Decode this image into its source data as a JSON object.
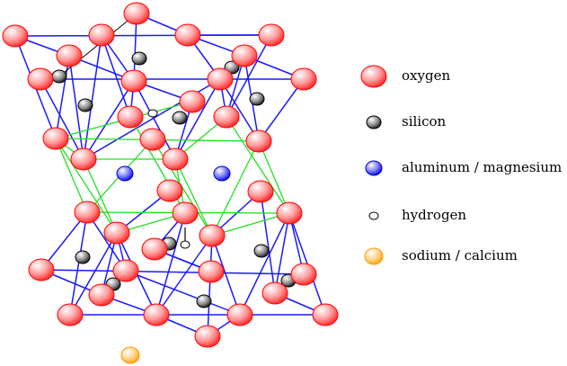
{
  "legend": [
    {
      "label": "oxygen",
      "color": "#ff2020",
      "icon": "oxygen-atom-icon"
    },
    {
      "label": "silicon",
      "color": "#333333",
      "icon": "silicon-atom-icon"
    },
    {
      "label": "aluminum / magnesium",
      "color": "#1010ff",
      "icon": "aluminum-atom-icon"
    },
    {
      "label": "hydrogen",
      "color": "#ffffff",
      "icon": "hydrogen-atom-icon"
    },
    {
      "label": "sodium / calcium",
      "color": "#ffa500",
      "icon": "sodium-atom-icon"
    }
  ],
  "colors": {
    "tetrahedral_bonds": "#1a1aff",
    "octahedral_bonds": "#22e022"
  }
}
